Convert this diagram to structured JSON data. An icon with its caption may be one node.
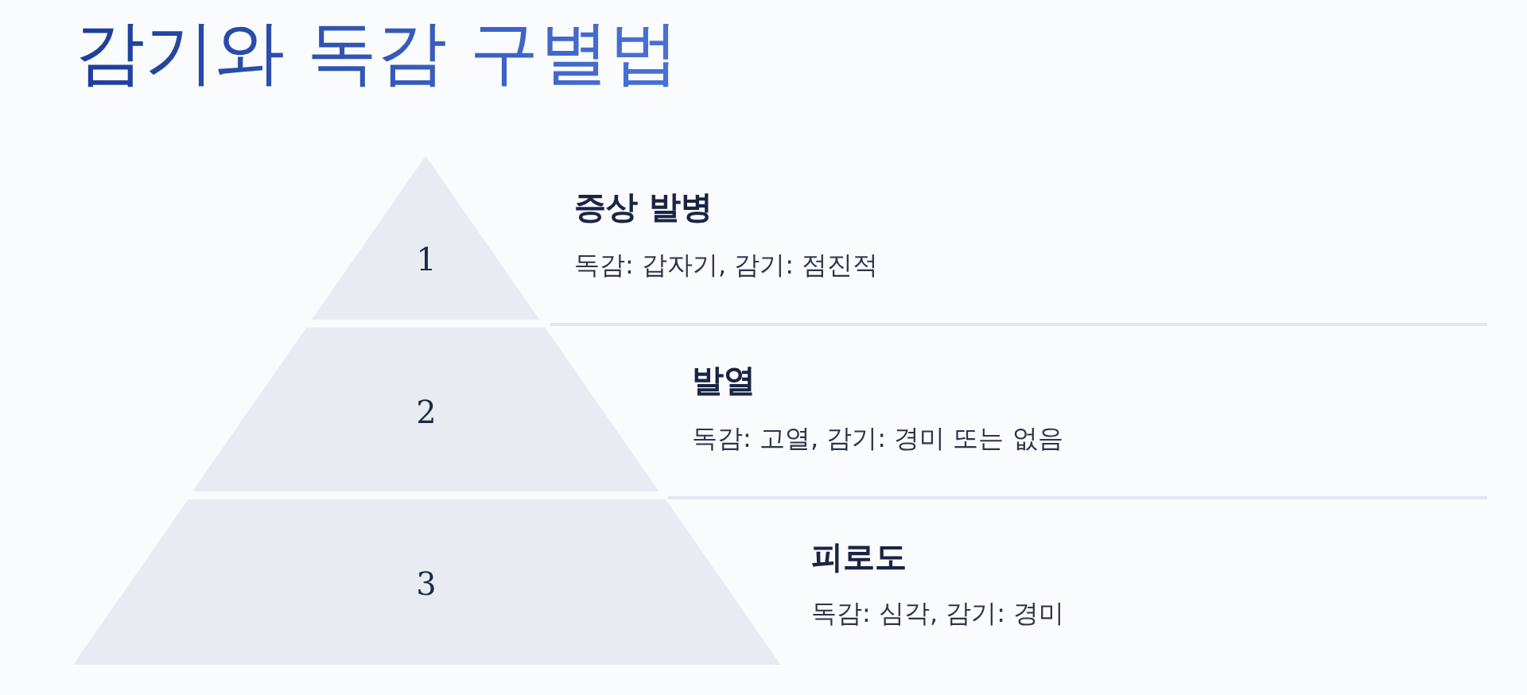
{
  "diagram": {
    "title": "감기와 독감 구별법",
    "nodes": [
      {
        "text": [
          "1"
        ],
        "beside": [
          "증상 발병",
          "독감: 갑자기, 감기: 점진적"
        ]
      },
      {
        "text": [
          "2"
        ],
        "beside": [
          "발열",
          "독감: 고열, 감기: 경미 또는 없음"
        ]
      },
      {
        "text": [
          "3"
        ],
        "beside": [
          "피로도",
          "독감: 심각, 감기: 경미"
        ]
      }
    ]
  }
}
